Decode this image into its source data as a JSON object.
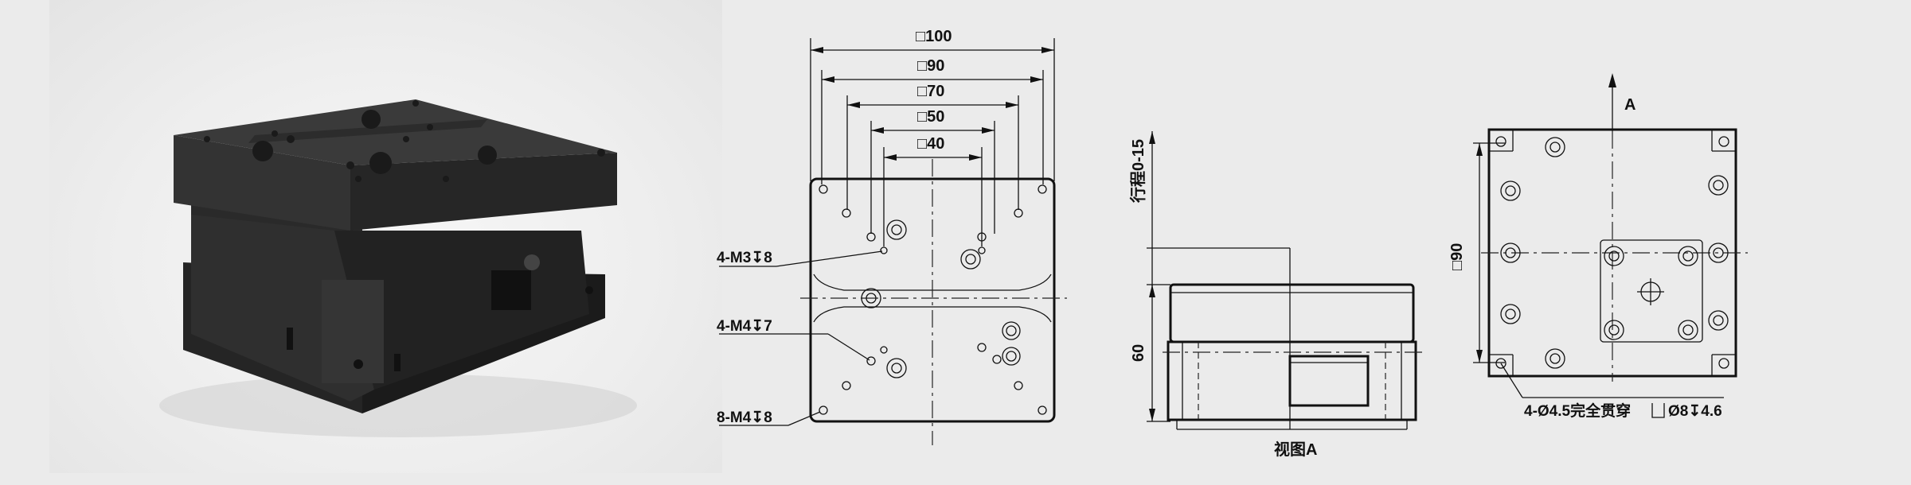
{
  "front_view": {
    "dims": [
      "□100",
      "□90",
      "□70",
      "□50",
      "□40"
    ],
    "callouts": [
      "4-M3↧8",
      "4-M4↧7",
      "8-M4↧8"
    ]
  },
  "side_view": {
    "stroke_label": "行程0-15",
    "height_label": "60",
    "view_label": "视图A"
  },
  "bottom_view": {
    "arrow_label": "A",
    "dim_label": "□90",
    "hole_note": "4-Ø4.5完全贯穿",
    "cbore_note": "Ø8↧4.6"
  }
}
